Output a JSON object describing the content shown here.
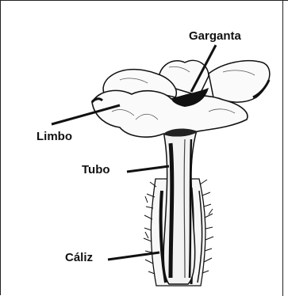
{
  "labels": {
    "garganta": "Garganta",
    "limbo": "Limbo",
    "tubo": "Tubo",
    "caliz": "Cáliz"
  }
}
